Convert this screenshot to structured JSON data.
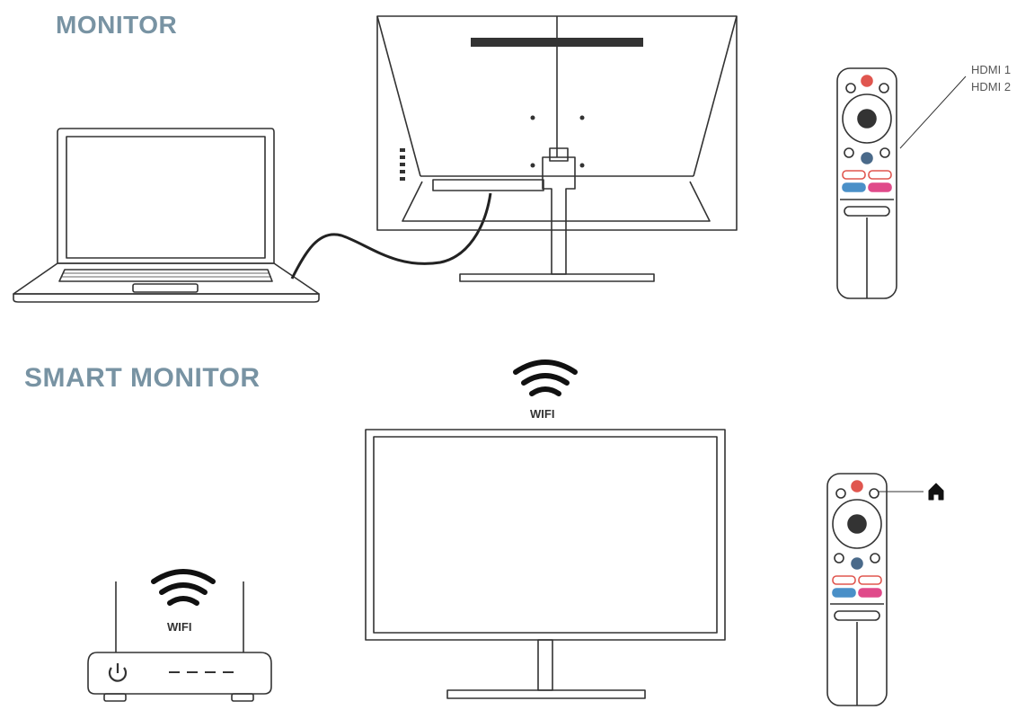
{
  "sections": {
    "monitor_title": "MONITOR",
    "smart_monitor_title": "SMART MONITOR"
  },
  "remote_top": {
    "callout_lines": [
      "HDMI 1",
      "HDMI 2"
    ]
  },
  "remote_bottom": {
    "callout_icon": "home-icon"
  },
  "wifi_top": {
    "label": "WIFI",
    "icon": "wifi-icon"
  },
  "wifi_router": {
    "label": "WIFI",
    "icon": "wifi-icon"
  },
  "router": {
    "icon": "power-icon"
  },
  "colors": {
    "heading": "#7893a3",
    "line": "#333333",
    "remote_red": "#e0564f",
    "remote_blue": "#4a90c8",
    "remote_pink": "#e04a8a"
  }
}
